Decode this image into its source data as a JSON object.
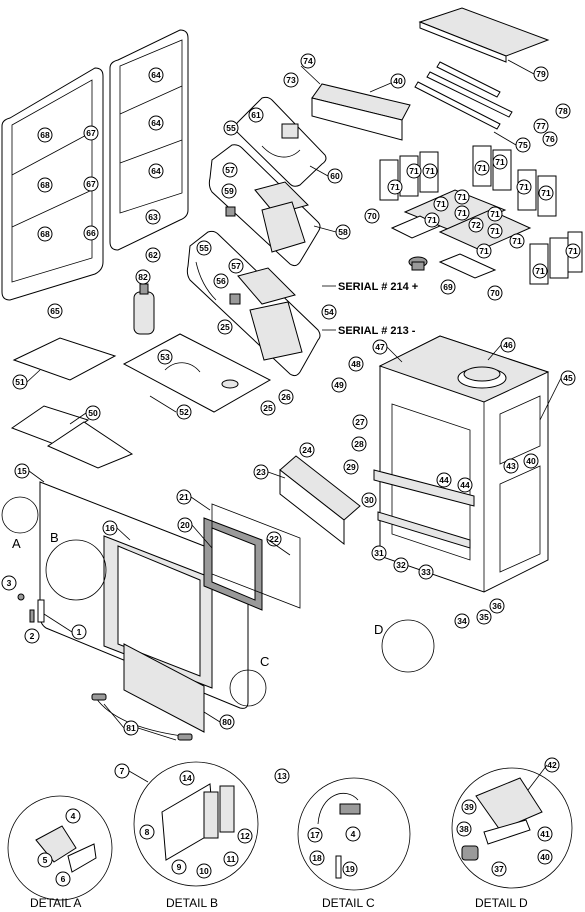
{
  "serials": {
    "serial_214": "SERIAL # 214 +",
    "serial_213": "SERIAL # 213 -"
  },
  "detail_letters": [
    "A",
    "B",
    "C",
    "D"
  ],
  "detail_labels": [
    "DETAIL A",
    "DETAIL B",
    "DETAIL C",
    "DETAIL D"
  ],
  "callouts": {
    "c1": "1",
    "c2": "2",
    "c3": "3",
    "c4a": "4",
    "c4c": "4",
    "c5": "5",
    "c6": "6",
    "c7": "7",
    "c8": "8",
    "c9": "9",
    "c10": "10",
    "c11": "11",
    "c12": "12",
    "c13": "13",
    "c14": "14",
    "c15": "15",
    "c16": "16",
    "c17": "17",
    "c18": "18",
    "c19": "19",
    "c20": "20",
    "c21": "21",
    "c22": "22",
    "c23": "23",
    "c24": "24",
    "c25a": "25",
    "c25b": "25",
    "c26": "26",
    "c27": "27",
    "c28": "28",
    "c29": "29",
    "c30": "30",
    "c31": "31",
    "c32": "32",
    "c33": "33",
    "c34": "34",
    "c35": "35",
    "c36": "36",
    "c37": "37",
    "c38": "38",
    "c39": "39",
    "c40a": "40",
    "c40b": "40",
    "c40c": "40",
    "c41": "41",
    "c42": "42",
    "c43": "43",
    "c44a": "44",
    "c44b": "44",
    "c45": "45",
    "c46": "46",
    "c47": "47",
    "c48": "48",
    "c49": "49",
    "c50": "50",
    "c51": "51",
    "c52": "52",
    "c53": "53",
    "c54": "54",
    "c55a": "55",
    "c55b": "55",
    "c56": "56",
    "c57a": "57",
    "c57b": "57",
    "c58": "58",
    "c59": "59",
    "c60": "60",
    "c61": "61",
    "c62": "62",
    "c63": "63",
    "c64a": "64",
    "c64b": "64",
    "c64c": "64",
    "c65": "65",
    "c66": "66",
    "c67a": "67",
    "c67b": "67",
    "c68a": "68",
    "c68b": "68",
    "c68c": "68",
    "c69": "69",
    "c70a": "70",
    "c70b": "70",
    "c71a": "71",
    "c71b": "71",
    "c71c": "71",
    "c71d": "71",
    "c71e": "71",
    "c71f": "71",
    "c71g": "71",
    "c71h": "71",
    "c71i": "71",
    "c71j": "71",
    "c71k": "71",
    "c71l": "71",
    "c71m": "71",
    "c71n": "71",
    "c71o": "71",
    "c71p": "71",
    "c71q": "71",
    "c72": "72",
    "c73": "73",
    "c74": "74",
    "c75": "75",
    "c76": "76",
    "c77": "77",
    "c78": "78",
    "c79": "79",
    "c80": "80",
    "c81": "81",
    "c82": "82"
  }
}
